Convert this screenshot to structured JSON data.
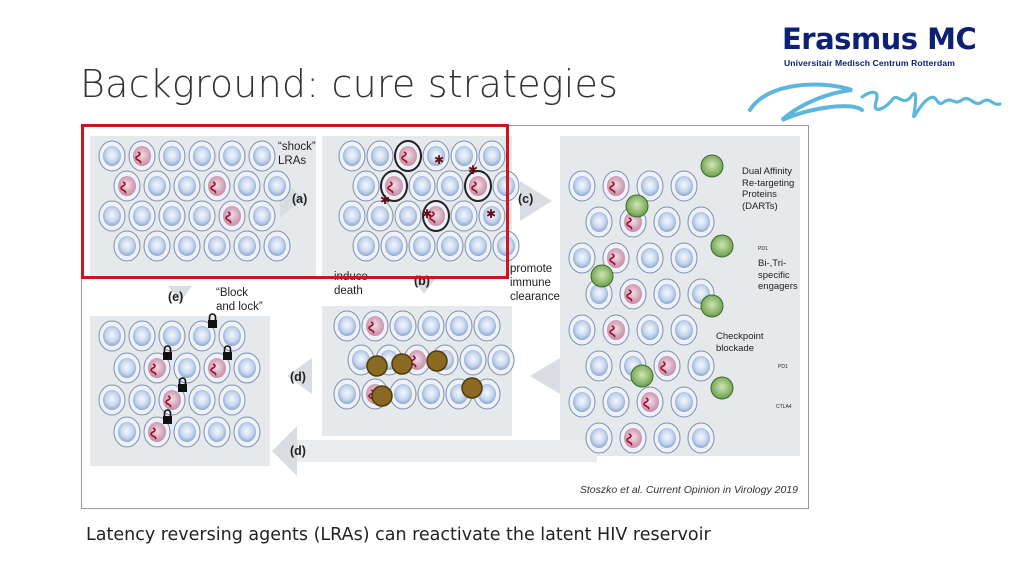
{
  "slide": {
    "title": "Background: cure strategies",
    "caption": "Latency reversing agents (LRAs) can reactivate the latent HIV reservoir"
  },
  "logo": {
    "brand": "Erasmus MC",
    "subtitle": "Universitair Medisch Centrum Rotterdam",
    "colors": {
      "brand": "#0c2074",
      "swirl": "#5fb6dc"
    }
  },
  "figure": {
    "labels": {
      "shock": "“shock”\nLRAs",
      "induce_death": "induce\ndeath",
      "block_lock": "“Block\nand lock”",
      "promote_clearance": "promote\nimmune\nclearance",
      "darts": "Dual Affinity\nRe-targeting\nProteins\n(DARTs)",
      "engagers": "Bi-,Tri-\nspecific\nengagers",
      "checkpoint": "Checkpoint\nblockade",
      "pd1_top": "PD1",
      "pd1_bottom": "PD1",
      "ctla4": "CTLA4"
    },
    "steps": {
      "a": "(a)",
      "b": "(b)",
      "c": "(c)",
      "d1": "(d)",
      "d2": "(d)",
      "e": "(e)"
    },
    "citation": "Stoszko et al. Current Opinion in Virology 2019",
    "highlight_color": "#c8171e"
  }
}
